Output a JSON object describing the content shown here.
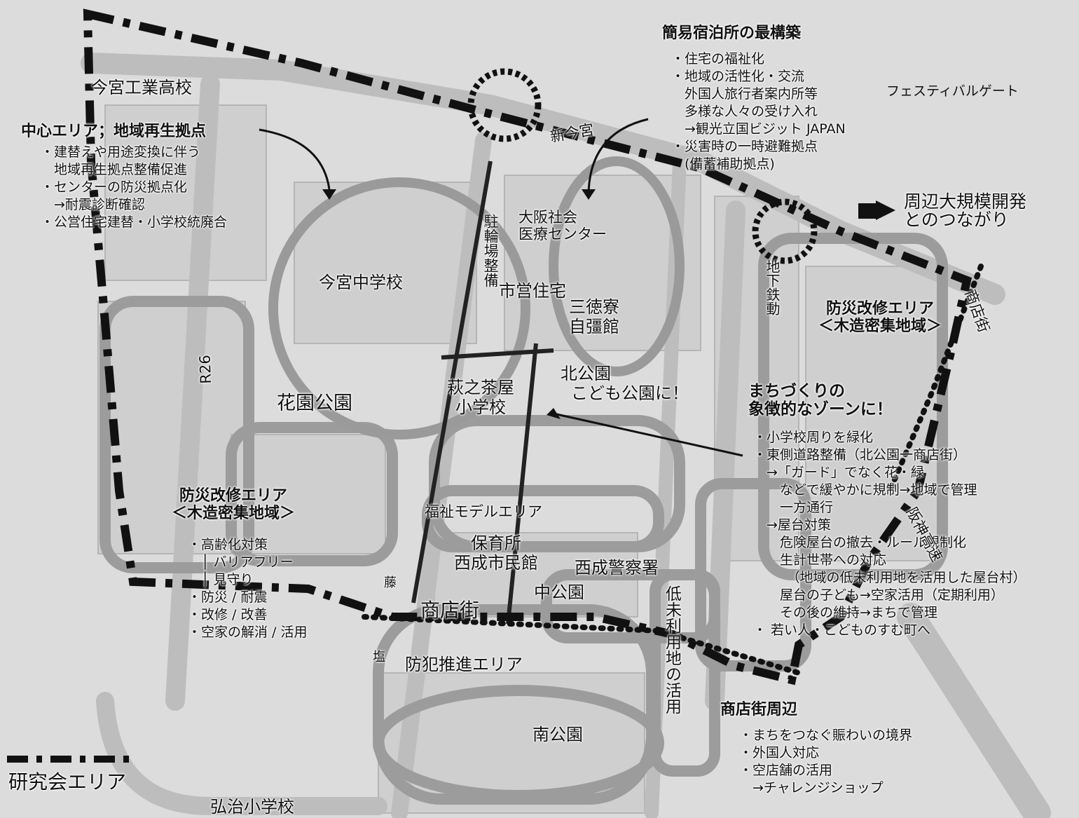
{
  "titles": {
    "central_area": "中心エリア；地域再生拠点",
    "doya": "簡易宿泊所の最構築",
    "disaster_west": "防災改修エリア",
    "disaster_west_sub": "＜木造密集地域＞",
    "disaster_east": "防災改修エリア",
    "disaster_east_sub": "＜木造密集地域＞",
    "symbol_zone_1": "まちづくりの",
    "symbol_zone_2": "象徴的なゾーンに！",
    "shopping_around": "商店街周辺",
    "surrounding_dev_1": "周辺大規模開発",
    "surrounding_dev_2": "とのつながり",
    "legend_area": "研究会エリア"
  },
  "lists": {
    "central_area": [
      "・建替えや用途変換に伴う",
      "　地域再生拠点整備促進",
      "・センターの防災拠点化",
      "　→耐震診断確認",
      "・公営住宅建替・小学校統廃合"
    ],
    "doya": [
      "・住宅の福祉化",
      "・地域の活性化・交流",
      "　外国人旅行者案内所等",
      "　多様な人々の受け入れ",
      "　→観光立国ビジット JAPAN",
      "・災害時の一時避難拠点",
      "　(備蓄補助拠点)"
    ],
    "disaster_west": [
      "・高齢化対策",
      "　│ バリアフリー",
      "　│ 見守り",
      "・防災 / 耐震",
      "・改修 / 改善",
      "・空家の解消 / 活用"
    ],
    "symbol_zone": [
      "・小学校周りを緑化",
      "・東側道路整備（北公園一商店街）",
      "　→「ガード」でなく花・緑",
      "　　などで緩やかに規制→地域で管理",
      "　　一方通行",
      "　→屋台対策",
      "　　危険屋台の撤去・ルール規制化",
      "　　生計世帯への対応",
      "　　　（地域の低未利用地を活用した屋台村）",
      "　　屋台の子ども→空家活用（定期利用）",
      "　　その後の維持→まちで管理",
      "・ 若い人・こどものすむ町へ"
    ],
    "shopping_around": [
      "・まちをつなぐ賑わいの境界",
      "・外国人対応",
      "・空店舗の活用",
      "　→チャレンジショップ"
    ]
  },
  "places": {
    "imamiya_tech_high": "今宮工業高校",
    "imamiya_jhs": "今宮中学校",
    "hanazono_park": "花園公園",
    "hagi_elem": "萩之茶屋",
    "hagi_elem_2": "小学校",
    "kita_park": "北公園",
    "kita_park_note": "こども公園に！",
    "osaka_med": "大阪社会",
    "osaka_med_2": "医療センター",
    "bicycle_parking": "駐輪場整備",
    "city_housing": "市営住宅",
    "santoku": "三徳寮",
    "jikyokan": "自彊館",
    "welfare_model": "福祉モデルエリア",
    "nursery": "保育所",
    "nishinari_hall": "西成市民館",
    "nishinari_police": "西成警察署",
    "naka_park": "中公園",
    "shotengai": "商店街",
    "crime_prevention": "防犯推進エリア",
    "minami_park": "南公園",
    "koji_elem": "弘治小学校",
    "low_use_land": "低未利用地の活用",
    "shin_imamiya": "新今宮",
    "festival_gate": "フェスティバルゲート",
    "r26": "R26",
    "subway": "地下鉄動",
    "hanshin": "阪神高速",
    "ko_1": "藤",
    "ko_2": "塩",
    "shop_right": "商店街"
  },
  "colors": {
    "background": "#dcdcdc",
    "road": "#bdbdbd",
    "boundary": "#111111",
    "text": "#111111"
  }
}
